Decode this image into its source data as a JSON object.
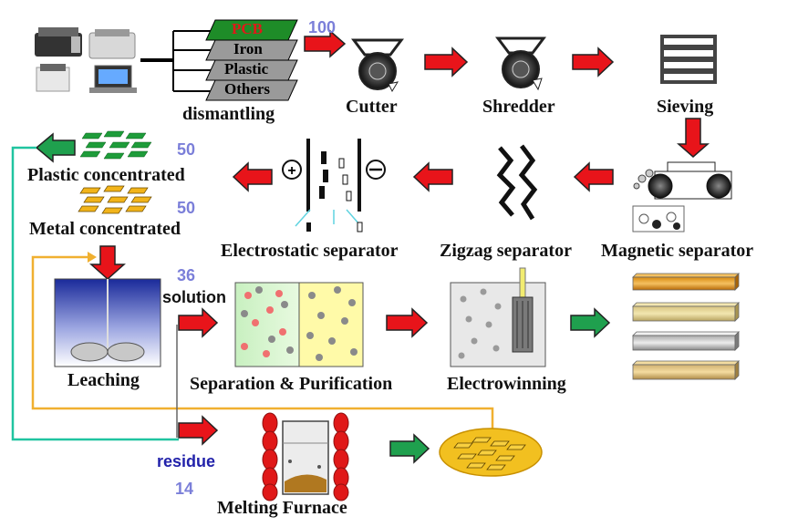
{
  "labels": {
    "pcb": "PCB",
    "iron": "Iron",
    "plastic": "Plastic",
    "others": "Others",
    "dismantling": "dismantling",
    "cutter": "Cutter",
    "shredder": "Shredder",
    "sieving": "Sieving",
    "magnetic_separator": "Magnetic separator",
    "zigzag_separator": "Zigzag separator",
    "electrostatic_separator": "Electrostatic separator",
    "plastic_concentrated": "Plastic concentrated",
    "metal_concentrated": "Metal concentrated",
    "leaching": "Leaching",
    "solution": "solution",
    "residue": "residue",
    "separation_purification": "Separation & Purification",
    "electrowinning": "Electrowinning",
    "melting_furnace": "Melting Furnace"
  },
  "quantities": {
    "input": "100",
    "plastic": "50",
    "metal": "50",
    "solution": "36",
    "residue": "14"
  },
  "colors": {
    "process_arrow": "#e8141a",
    "output_arrow": "#1fa04e",
    "number_text": "#7b7fd9",
    "residue_text": "#2222aa",
    "gold_line": "#f0b030",
    "teal_line": "#20c4a0",
    "pcb_fill": "#1e8c28",
    "pcb_text": "#e01818",
    "tag_fill": "#9a9a9a"
  }
}
